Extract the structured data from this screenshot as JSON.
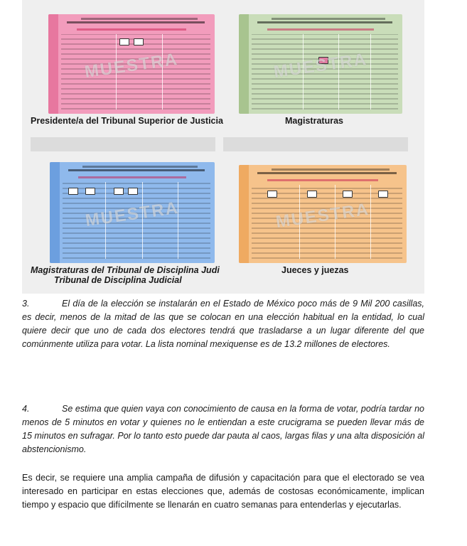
{
  "figures": [
    {
      "caption": "Presidente/a del Tribunal Superior de Justicia",
      "color": "#f29cbc",
      "stub": "#e7779f",
      "watermark": "MUESTRA"
    },
    {
      "caption": "Magistraturas",
      "color": "#c9ddb9",
      "stub": "#a8c48f",
      "watermark": "MUESTRA"
    },
    {
      "caption": "Magistraturas del Tribunal de Disciplina Judicial",
      "caption2": "Tribunal de Disciplina Judicial",
      "color": "#8fb9ec",
      "stub": "#6c9fdf",
      "watermark": "MUESTRA"
    },
    {
      "caption": "Jueces y juezas",
      "color": "#f6c38b",
      "stub": "#efaa61",
      "watermark": "MUESTRA"
    }
  ],
  "paragraphs": [
    {
      "lead": "3.",
      "text": "El día de la elección se instalarán en el Estado de México poco más de 9 Mil 200 casillas, es decir, menos de la mitad de las que se colocan en una elección habitual en la entidad, lo cual quiere decir que uno de cada dos electores tendrá que trasladarse a un lugar diferente del que comúnmente utiliza para votar. La lista nominal mexiquense es de 13.2 millones de electores."
    },
    {
      "lead": "4.",
      "text": "Se estima que quien vaya con conocimiento de causa en la forma de votar, podría tardar no menos de 5 minutos en votar y quienes no le entiendan a este crucigrama se pueden llevar más de 15 minutos en sufragar. Por lo tanto esto puede dar pauta al caos, largas filas y una alta disposición al abstencionismo."
    },
    {
      "lead": "",
      "text": "Es decir, se requiere una amplia campaña de difusión y capacitación para que el electorado se vea interesado en participar en estas elecciones que, además de costosas económicamente, implican tiempo y espacio que difícilmente se llenarán en cuatro semanas para entenderlas y ejecutarlas."
    }
  ]
}
